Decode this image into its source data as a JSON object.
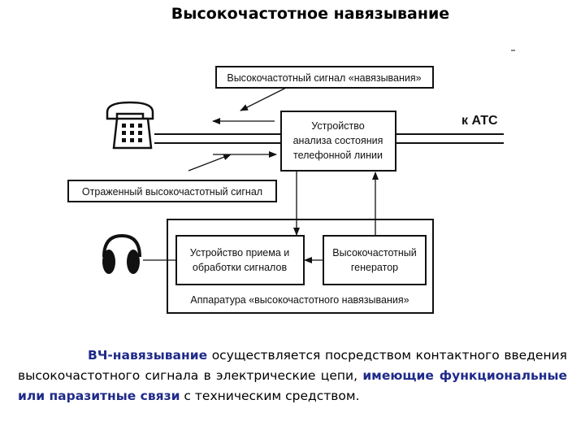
{
  "title": "Высокочастотное навязывание",
  "diagram": {
    "hf_signal_label": "Высокочастотный сигнал «навязывания»",
    "analyzer_line1": "Устройство",
    "analyzer_line2": "анализа состояния",
    "analyzer_line3": "телефонной линии",
    "ats_label": "к АТС",
    "reflected_label": "Отраженный высокочастотный сигнал",
    "receiver_line1": "Устройство приема и",
    "receiver_line2": "обработки сигналов",
    "generator_line1": "Высокочастотный",
    "generator_line2": "генератор",
    "apparatus_label": "Аппаратура «высокочастотного навязывания»",
    "icons": [
      "telephone-icon",
      "headphones-icon"
    ]
  },
  "caption": {
    "lead": "ВЧ-навязывание",
    "part1": " осуществляется посредством контактного введения высокочастотного сигнала в электрические цепи, ",
    "emphasis": "имеющие функциональные или паразитные связи",
    "part2": " с техническим средством."
  }
}
